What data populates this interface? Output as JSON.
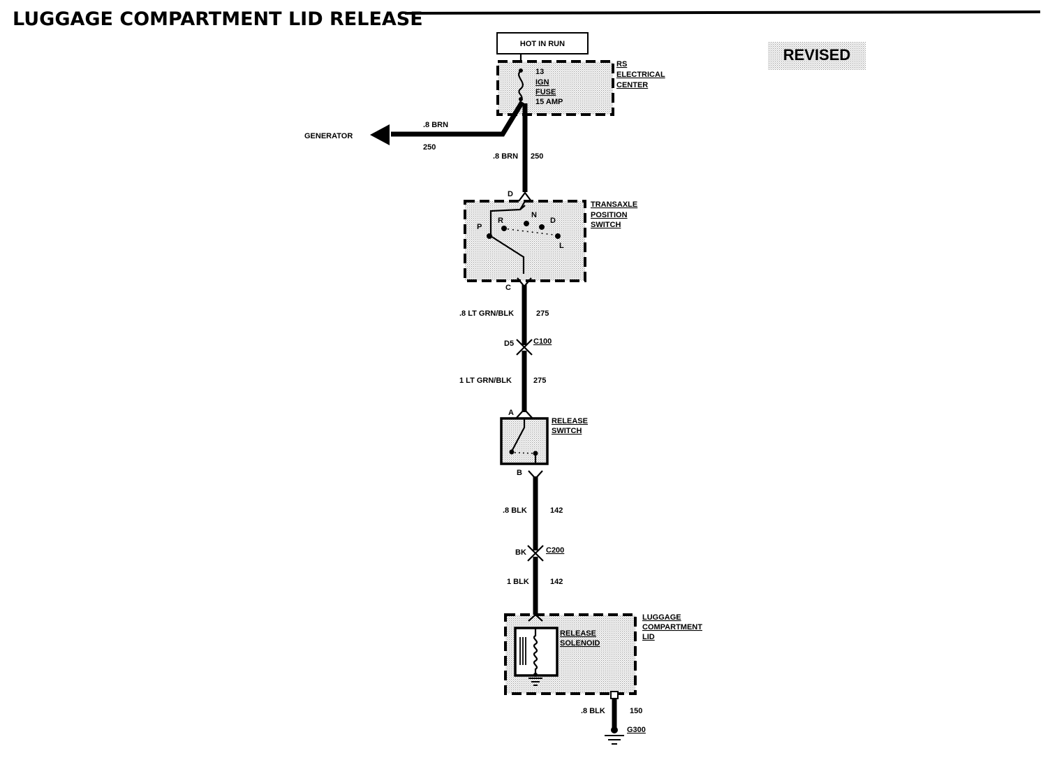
{
  "title": "LUGGAGE COMPARTMENT LID RELEASE",
  "revised_badge": "REVISED",
  "power_source": "HOT IN RUN",
  "fuse_block": {
    "fuse_number": "13",
    "fuse_name_1": "IGN",
    "fuse_name_2": "FUSE",
    "fuse_rating": "15 AMP",
    "label_1": "RS",
    "label_2": "ELECTRICAL",
    "label_3": "CENTER"
  },
  "generator_branch": {
    "destination": "GENERATOR",
    "wire_color": ".8 BRN",
    "circuit": "250"
  },
  "wire_1": {
    "color": ".8 BRN",
    "circuit": "250"
  },
  "transaxle_switch": {
    "pin_in": "D",
    "pin_out": "C",
    "label_1": "TRANSAXLE",
    "label_2": "POSITION",
    "label_3": "SWITCH",
    "positions": [
      "P",
      "R",
      "N",
      "D",
      "L"
    ]
  },
  "wire_2": {
    "color": ".8 LT GRN/BLK",
    "circuit": "275"
  },
  "connector_c100": {
    "cavity": "D5",
    "name": "C100"
  },
  "wire_3": {
    "color": "1 LT GRN/BLK",
    "circuit": "275"
  },
  "release_switch": {
    "pin_in": "A",
    "pin_out": "B",
    "label_1": "RELEASE",
    "label_2": "SWITCH"
  },
  "wire_4": {
    "color": ".8 BLK",
    "circuit": "142"
  },
  "connector_c200": {
    "cavity": "BK",
    "name": "C200"
  },
  "wire_5": {
    "color": "1 BLK",
    "circuit": "142"
  },
  "luggage_lid": {
    "label_1": "LUGGAGE",
    "label_2": "COMPARTMENT",
    "label_3": "LID",
    "solenoid_1": "RELEASE",
    "solenoid_2": "SOLENOID"
  },
  "wire_6": {
    "color": ".8 BLK",
    "circuit": "150"
  },
  "ground": {
    "name": "G300"
  }
}
